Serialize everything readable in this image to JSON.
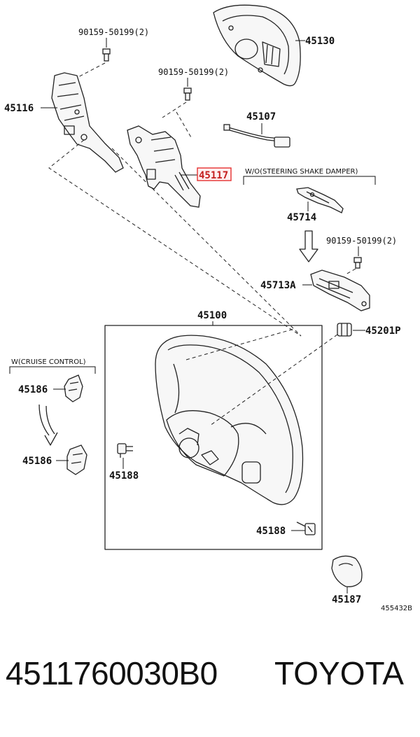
{
  "callouts": {
    "cover": "45130",
    "bolt_top_left": "90159-50199(2)",
    "bolt_top_mid": "90159-50199(2)",
    "bolt_right": "90159-50199(2)",
    "shift_left": "45116",
    "shift_right": "45117",
    "wire": "45107",
    "bracket": "45714",
    "damper": "45713A",
    "wheel": "45100",
    "nut": "45201P",
    "cruise_top": "45186",
    "cruise_bottom": "45186",
    "screw_left": "45188",
    "screw_right": "45188",
    "cap": "45187"
  },
  "notes": {
    "steering_damper": "W/O(STEERING SHAKE DAMPER)",
    "cruise_control": "W(CRUISE CONTROL)"
  },
  "drawing_number": "455432B",
  "footer": {
    "part_number": "4511760030B0",
    "brand": "TOYOTA"
  },
  "highlight_color": "#e53030"
}
